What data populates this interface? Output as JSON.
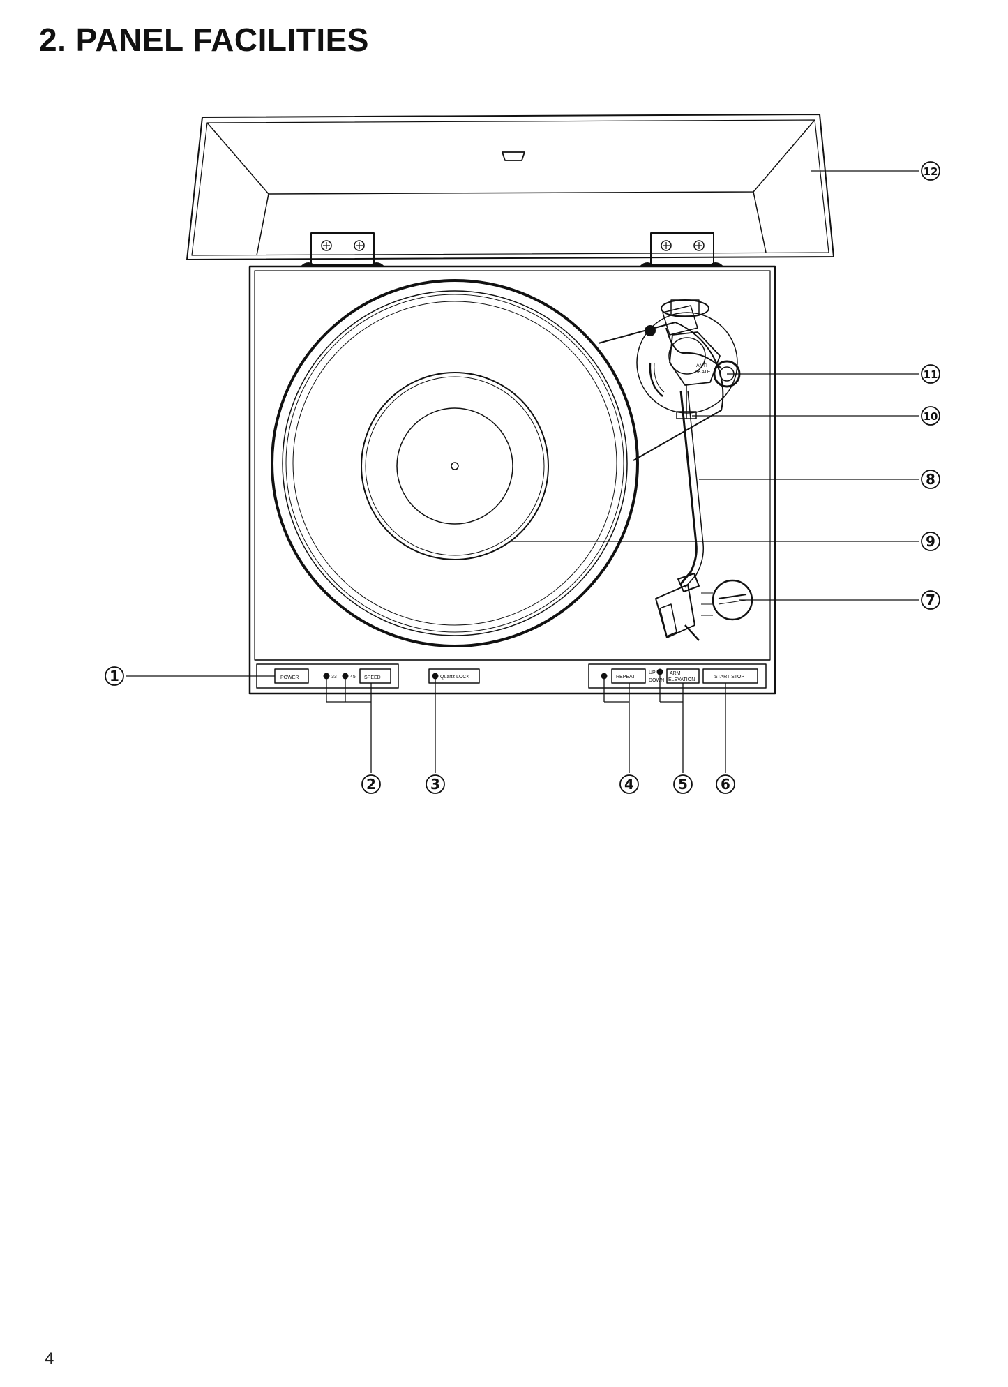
{
  "page": {
    "title": "2. PANEL  FACILITIES",
    "page_number": "4"
  },
  "callouts": [
    {
      "id": "c1",
      "number": "1"
    },
    {
      "id": "c2",
      "number": "2"
    },
    {
      "id": "c3",
      "number": "3"
    },
    {
      "id": "c4",
      "number": "4"
    },
    {
      "id": "c5",
      "number": "5"
    },
    {
      "id": "c6",
      "number": "6"
    },
    {
      "id": "c7",
      "number": "7"
    },
    {
      "id": "c8",
      "number": "8"
    },
    {
      "id": "c9",
      "number": "9"
    },
    {
      "id": "c10",
      "number": "10"
    },
    {
      "id": "c11",
      "number": "11"
    },
    {
      "id": "c12",
      "number": "12"
    }
  ],
  "panel_labels": {
    "power": "POWER",
    "speed_33": "33",
    "speed_45": "45",
    "speed": "SPEED",
    "quartz_lock": "Quartz LOCK",
    "repeat": "REPEAT",
    "up": "UP",
    "down": "DOWN",
    "arm": "ARM",
    "elevation": "ELEVATION",
    "start_stop": "START STOP",
    "anti": "ANTI",
    "skate": "SKATE"
  }
}
